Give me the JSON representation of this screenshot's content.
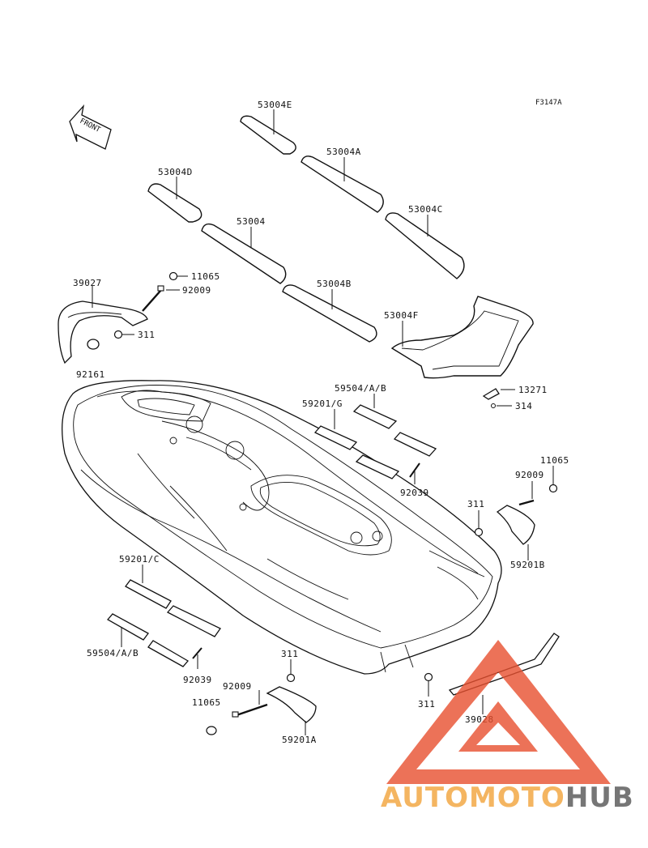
{
  "diagram_code": "F3147A",
  "front_arrow_label": "FRONT",
  "part_labels": {
    "p53004E": "53004E",
    "p53004A": "53004A",
    "p53004D": "53004D",
    "p53004C": "53004C",
    "p53004": "53004",
    "p53004B": "53004B",
    "p53004F": "53004F",
    "p39027": "39027",
    "p11065_top": "11065",
    "p92009_top": "92009",
    "p311_top": "311",
    "p92161": "92161",
    "p59504_top": "59504/A/B",
    "p59201G": "59201/G",
    "p13271": "13271",
    "p314": "314",
    "p92039_right": "92039",
    "p11065_right": "11065",
    "p92009_right": "92009",
    "p311_right": "311",
    "p59201B": "59201B",
    "p59201C": "59201/C",
    "p59504_bottom": "59504/A/B",
    "p92039_bottom": "92039",
    "p311_bottom": "311",
    "p92009_bottom": "92009",
    "p11065_bottom": "11065",
    "p59201A": "59201A",
    "p311_rear": "311",
    "p39028": "39028"
  },
  "watermark": {
    "part1": "AUTOMOTO",
    "part2": "HUB",
    "color_primary": "#e8502f",
    "color_secondary": "#f2a33a",
    "color_dark": "#555555"
  }
}
